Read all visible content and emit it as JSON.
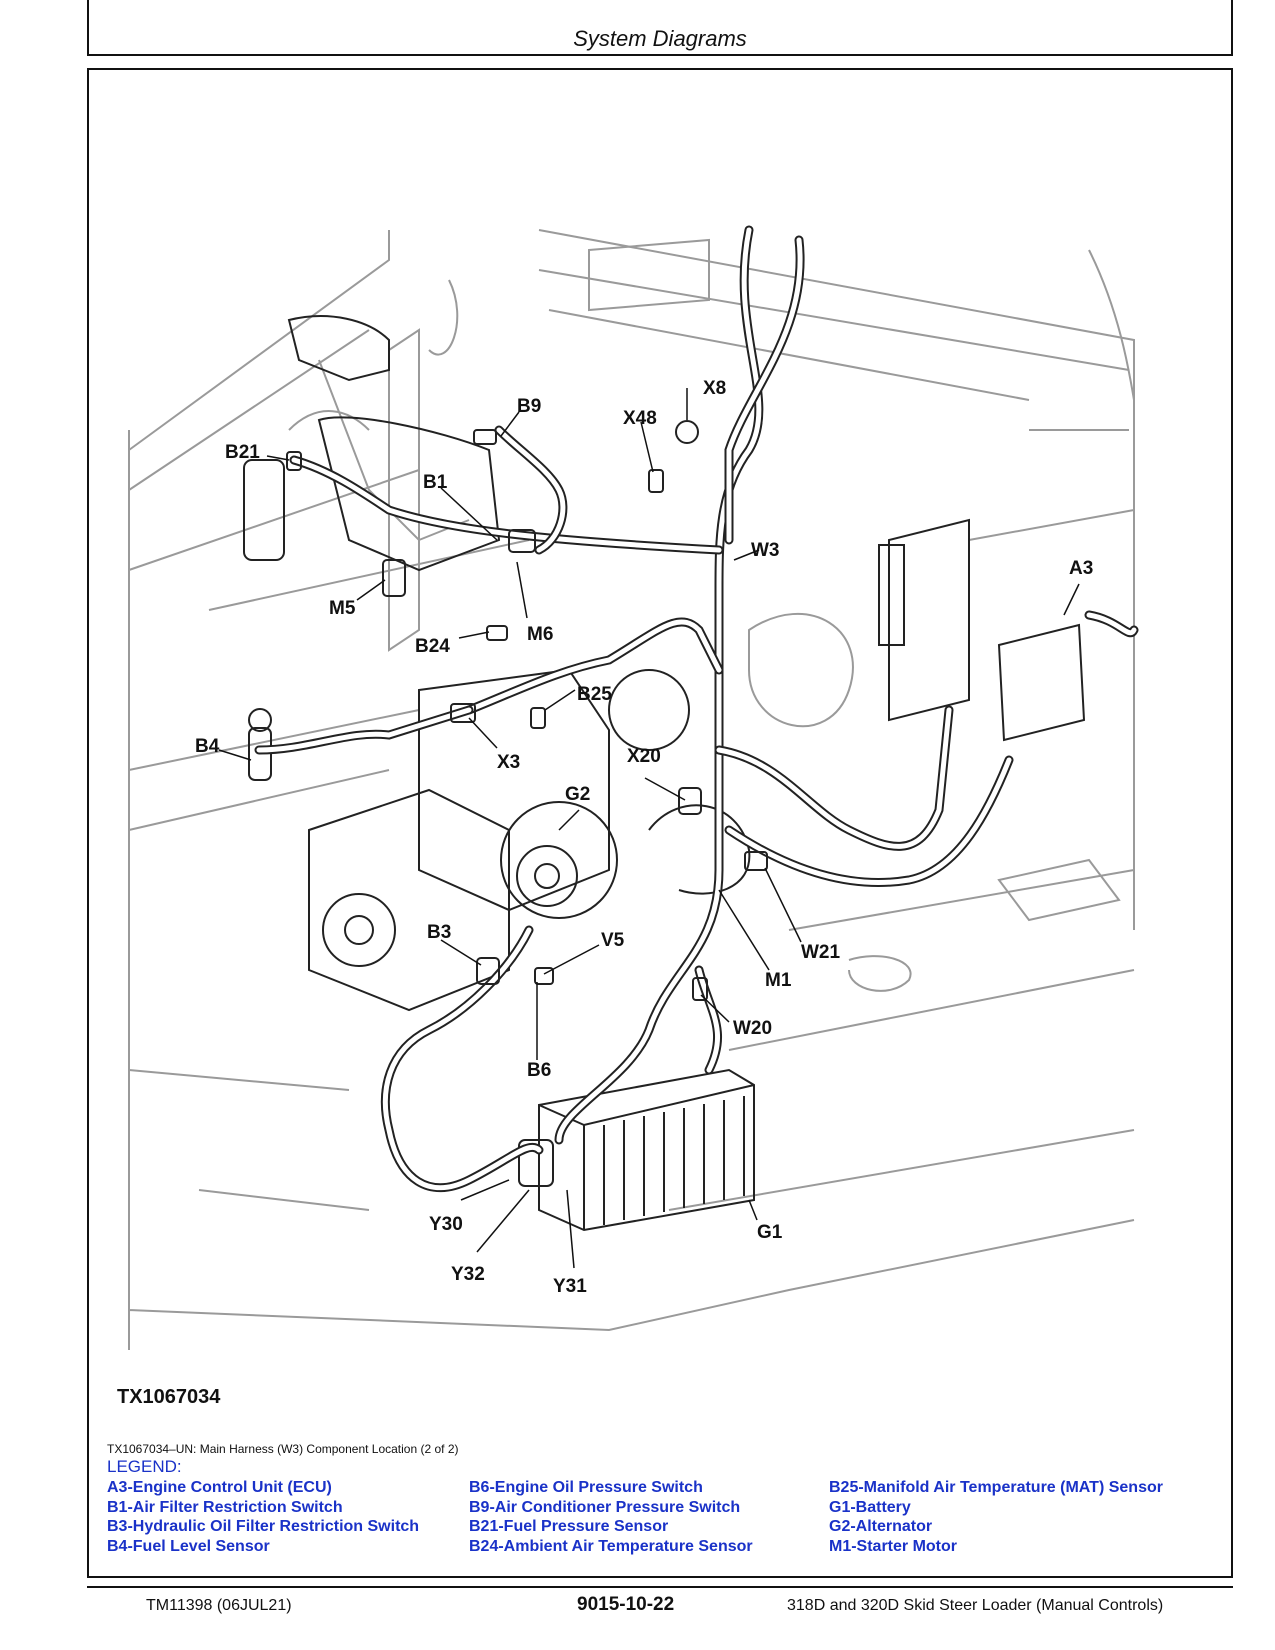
{
  "header": {
    "title": "System Diagrams"
  },
  "figure": {
    "id": "TX1067034",
    "caption": "TX1067034–UN: Main Harness (W3) Component Location (2 of 2)",
    "callouts": [
      "B9",
      "X8",
      "X48",
      "B21",
      "B1",
      "W3",
      "A3",
      "M5",
      "M6",
      "B24",
      "B25",
      "B4",
      "X3",
      "X20",
      "G2",
      "B3",
      "V5",
      "W21",
      "M1",
      "W20",
      "B6",
      "G1",
      "Y30",
      "Y32",
      "Y31"
    ]
  },
  "legend": {
    "title": "LEGEND:",
    "columns": [
      [
        "A3-Engine Control Unit (ECU)",
        "B1-Air Filter Restriction Switch",
        "B3-Hydraulic Oil Filter Restriction Switch",
        "B4-Fuel Level Sensor"
      ],
      [
        "B6-Engine Oil Pressure Switch",
        "B9-Air Conditioner Pressure Switch",
        "B21-Fuel Pressure Sensor",
        "B24-Ambient Air Temperature Sensor"
      ],
      [
        "B25-Manifold Air Temperature (MAT) Sensor",
        "G1-Battery",
        "G2-Alternator",
        "M1-Starter Motor"
      ]
    ]
  },
  "footer": {
    "left": "TM11398 (06JUL21)",
    "center": "9015-10-22",
    "right": "318D and 320D Skid Steer Loader (Manual Controls)"
  }
}
